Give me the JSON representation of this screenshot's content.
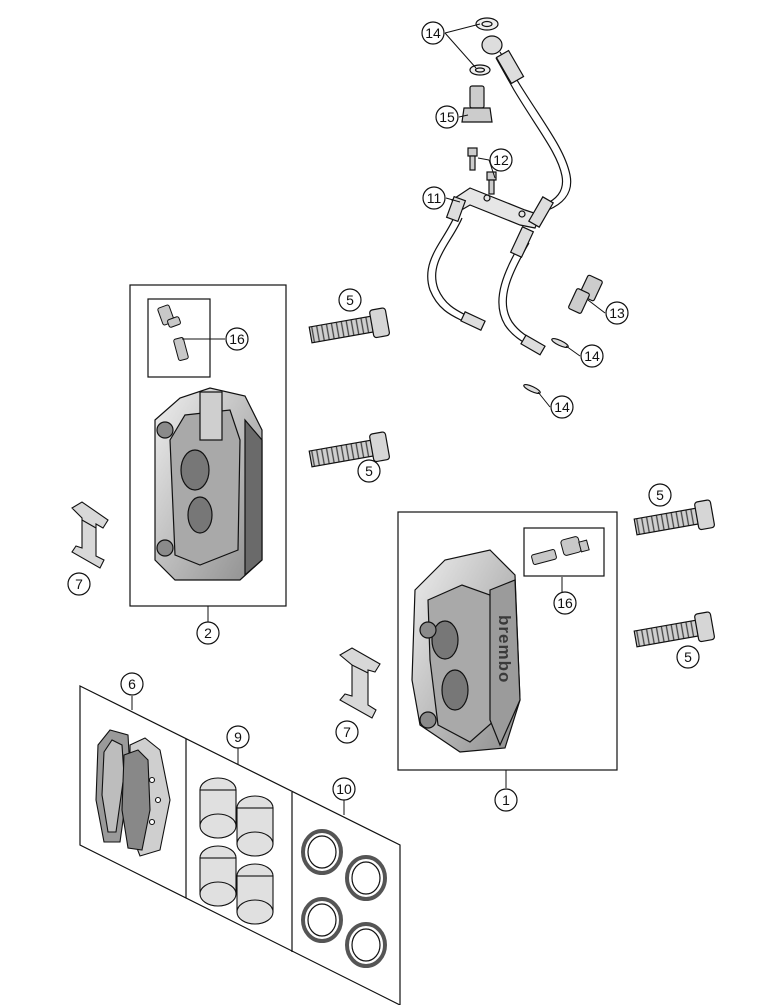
{
  "diagram": {
    "callouts": [
      {
        "id": "c14a",
        "label": "14"
      },
      {
        "id": "c15",
        "label": "15"
      },
      {
        "id": "c12",
        "label": "12"
      },
      {
        "id": "c11",
        "label": "11"
      },
      {
        "id": "c13",
        "label": "13"
      },
      {
        "id": "c14b",
        "label": "14"
      },
      {
        "id": "c14c",
        "label": "14"
      },
      {
        "id": "c5a",
        "label": "5"
      },
      {
        "id": "c16a",
        "label": "16"
      },
      {
        "id": "c5b",
        "label": "5"
      },
      {
        "id": "c7a",
        "label": "7"
      },
      {
        "id": "c2",
        "label": "2"
      },
      {
        "id": "c5c",
        "label": "5"
      },
      {
        "id": "c16b",
        "label": "16"
      },
      {
        "id": "c5d",
        "label": "5"
      },
      {
        "id": "c7b",
        "label": "7"
      },
      {
        "id": "c6",
        "label": "6"
      },
      {
        "id": "c9",
        "label": "9"
      },
      {
        "id": "c10",
        "label": "10"
      },
      {
        "id": "c1",
        "label": "1"
      }
    ],
    "caliper_branding": "brembo",
    "colors": {
      "line": "#111111",
      "part_fill": "#d8d8d8",
      "dark_fill": "#7a7a7a",
      "background": "#ffffff"
    }
  }
}
